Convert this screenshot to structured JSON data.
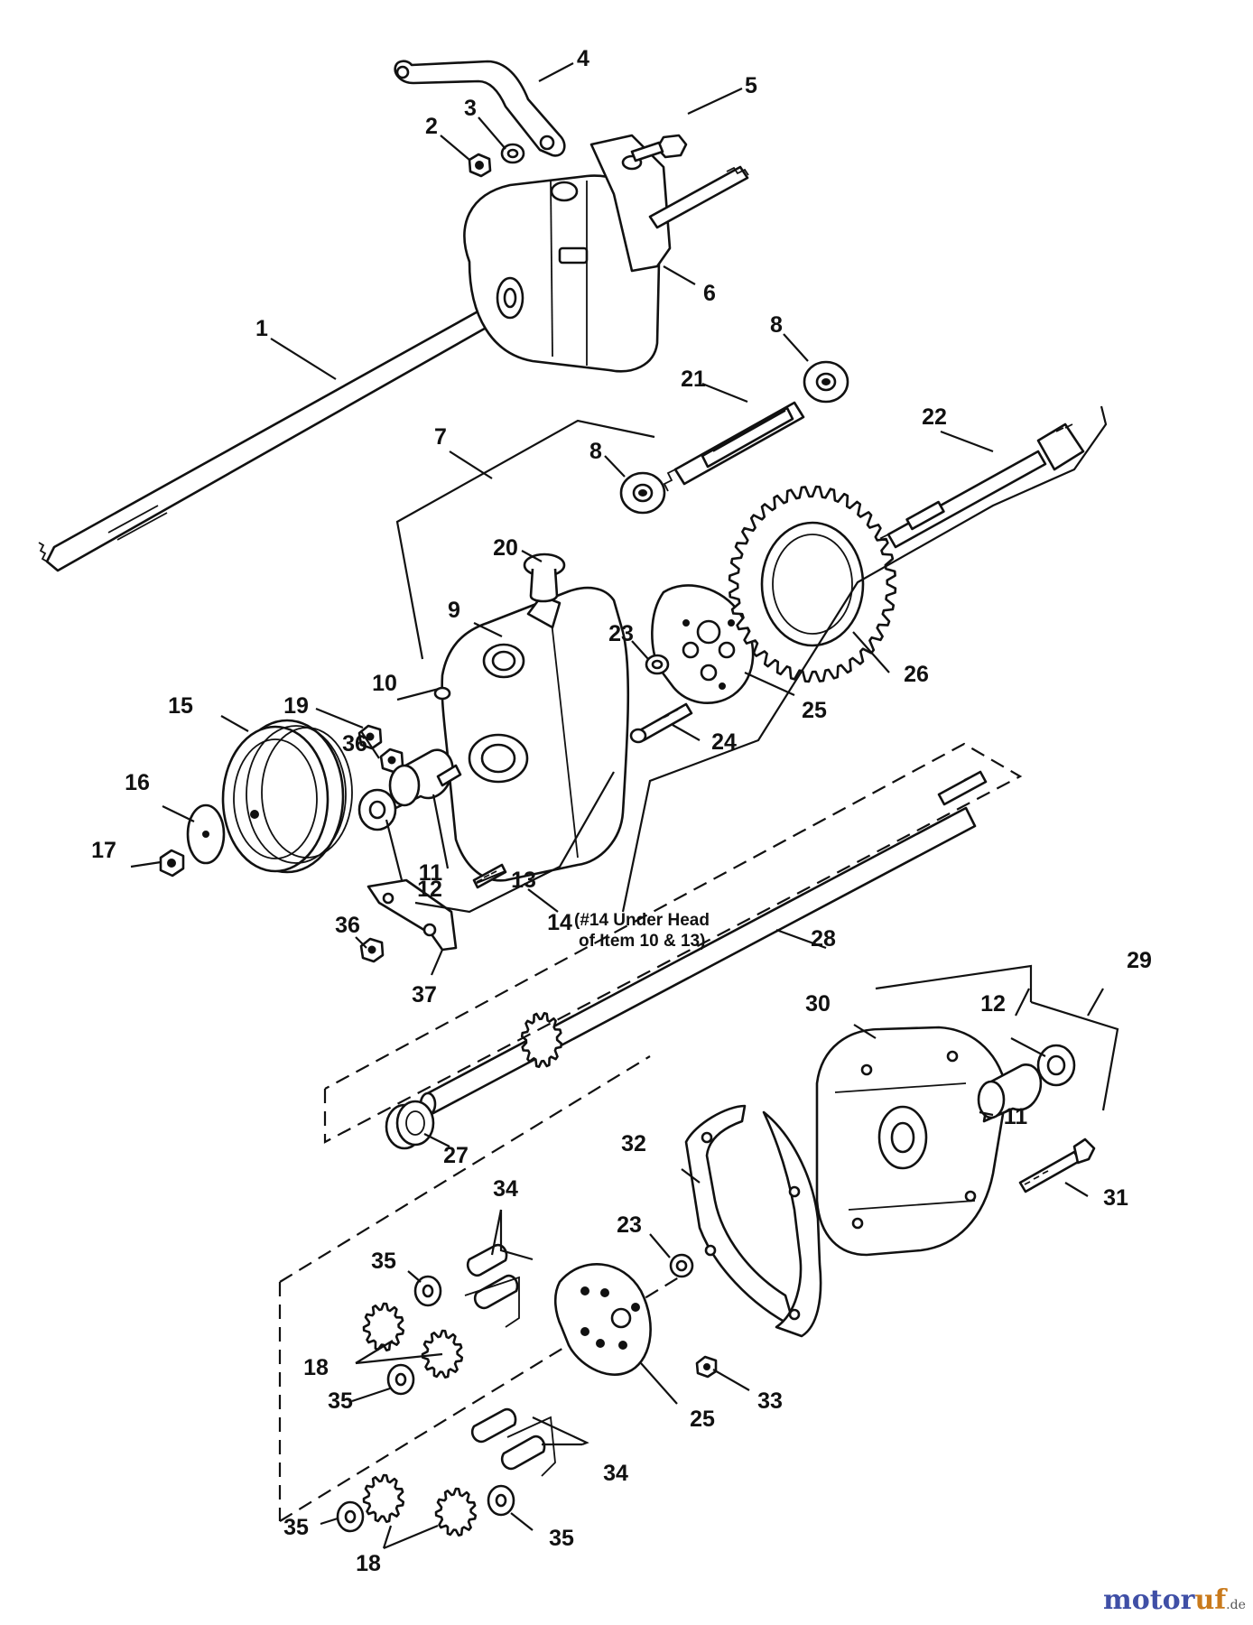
{
  "diagram": {
    "callouts": [
      {
        "id": "c1",
        "label": "1"
      },
      {
        "id": "c2",
        "label": "2"
      },
      {
        "id": "c3",
        "label": "3"
      },
      {
        "id": "c4",
        "label": "4"
      },
      {
        "id": "c5",
        "label": "5"
      },
      {
        "id": "c6",
        "label": "6"
      },
      {
        "id": "c7",
        "label": "7"
      },
      {
        "id": "c8a",
        "label": "8"
      },
      {
        "id": "c8b",
        "label": "8"
      },
      {
        "id": "c9",
        "label": "9"
      },
      {
        "id": "c10",
        "label": "10"
      },
      {
        "id": "c11a",
        "label": "11"
      },
      {
        "id": "c11b",
        "label": "11"
      },
      {
        "id": "c12a",
        "label": "12"
      },
      {
        "id": "c12b",
        "label": "12"
      },
      {
        "id": "c13",
        "label": "13"
      },
      {
        "id": "c14",
        "label": "14"
      },
      {
        "id": "c15",
        "label": "15"
      },
      {
        "id": "c16",
        "label": "16"
      },
      {
        "id": "c17",
        "label": "17"
      },
      {
        "id": "c18a",
        "label": "18"
      },
      {
        "id": "c18b",
        "label": "18"
      },
      {
        "id": "c19",
        "label": "19"
      },
      {
        "id": "c20",
        "label": "20"
      },
      {
        "id": "c21",
        "label": "21"
      },
      {
        "id": "c22",
        "label": "22"
      },
      {
        "id": "c23a",
        "label": "23"
      },
      {
        "id": "c23b",
        "label": "23"
      },
      {
        "id": "c24",
        "label": "24"
      },
      {
        "id": "c25a",
        "label": "25"
      },
      {
        "id": "c25b",
        "label": "25"
      },
      {
        "id": "c26",
        "label": "26"
      },
      {
        "id": "c27",
        "label": "27"
      },
      {
        "id": "c28",
        "label": "28"
      },
      {
        "id": "c29",
        "label": "29"
      },
      {
        "id": "c30",
        "label": "30"
      },
      {
        "id": "c31",
        "label": "31"
      },
      {
        "id": "c32",
        "label": "32"
      },
      {
        "id": "c33",
        "label": "33"
      },
      {
        "id": "c34a",
        "label": "34"
      },
      {
        "id": "c34b",
        "label": "34"
      },
      {
        "id": "c35a",
        "label": "35"
      },
      {
        "id": "c35b",
        "label": "35"
      },
      {
        "id": "c35c",
        "label": "35"
      },
      {
        "id": "c35d",
        "label": "35"
      },
      {
        "id": "c36a",
        "label": "36"
      },
      {
        "id": "c36b",
        "label": "36"
      },
      {
        "id": "c37",
        "label": "37"
      }
    ],
    "note_line1": "(#14 Under Head",
    "note_line2": "of Item 10 & 13)"
  },
  "watermark": {
    "brand_part1": "motor",
    "brand_part2": "uf",
    "suffix": ".de"
  }
}
